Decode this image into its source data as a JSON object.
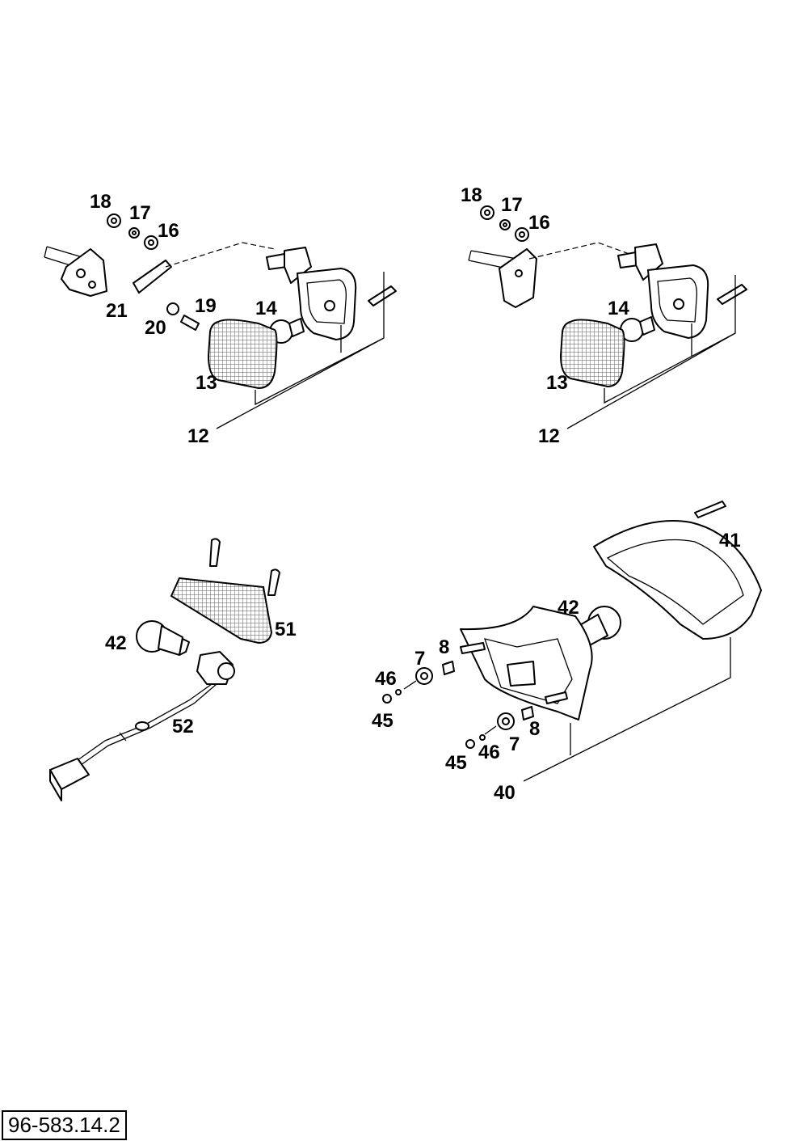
{
  "document_reference": "96-583.14.2",
  "callouts": {
    "top_left": {
      "c18": "18",
      "c17": "17",
      "c16": "16",
      "c21": "21",
      "c20": "20",
      "c19": "19",
      "c14": "14",
      "c13": "13",
      "c12": "12"
    },
    "top_right": {
      "c18": "18",
      "c17": "17",
      "c16": "16",
      "c14": "14",
      "c13": "13",
      "c12": "12"
    },
    "bottom_left": {
      "c42": "42",
      "c51": "51",
      "c52": "52"
    },
    "bottom_right": {
      "c41": "41",
      "c42": "42",
      "c7a": "7",
      "c8a": "8",
      "c46a": "46",
      "c45a": "45",
      "c7b": "7",
      "c8b": "8",
      "c46b": "46",
      "c45b": "45",
      "c40": "40"
    }
  }
}
